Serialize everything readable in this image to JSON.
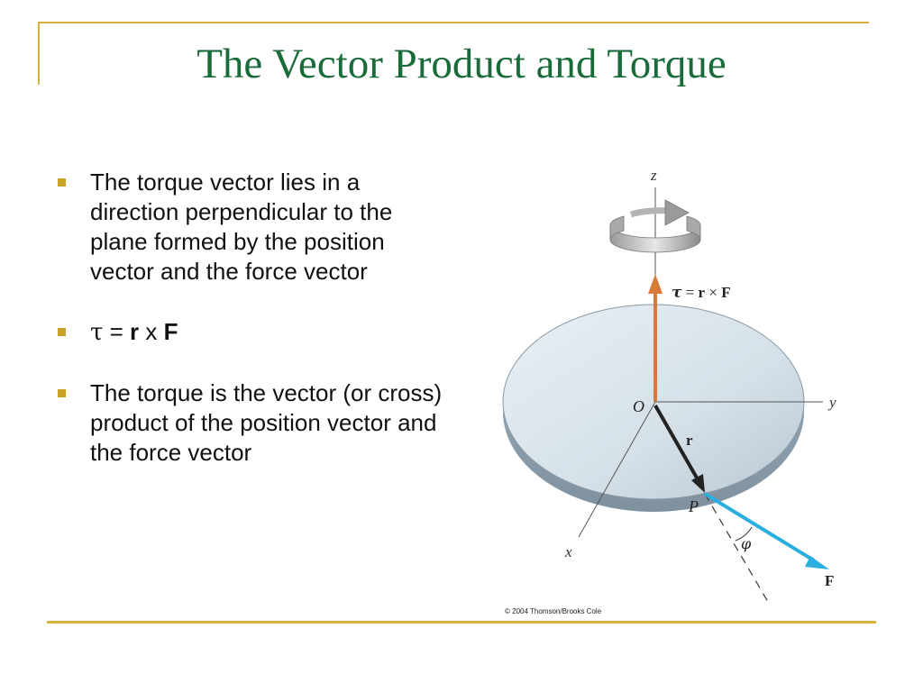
{
  "slide": {
    "title": "The Vector Product and Torque",
    "bullets": [
      "The torque vector lies in a direction perpendicular to the plane formed by the position vector and the force vector",
      "The torque is the vector (or cross) product of the position vector and the force vector"
    ],
    "formula": {
      "tau": "τ",
      "eq": " = ",
      "r": "r",
      "times": " x ",
      "F": "F"
    },
    "colors": {
      "title": "#1a6b3a",
      "accent": "#d8b23a",
      "torque_arrow": "#d67a3a",
      "force_arrow": "#2aaee0",
      "disk": "#d7e2ea"
    }
  },
  "diagram": {
    "label_z": "z",
    "label_y": "y",
    "label_x": "x",
    "label_O": "O",
    "label_r": "r",
    "label_P": "P",
    "label_phi": "φ",
    "label_F": "F",
    "torque_tau": "τ",
    "torque_eq": " = ",
    "torque_r": "r",
    "torque_times": " × ",
    "torque_F": "F",
    "icons": [
      "rotation-arrow-icon"
    ]
  },
  "copyright": "© 2004 Thomson/Brooks Cole"
}
